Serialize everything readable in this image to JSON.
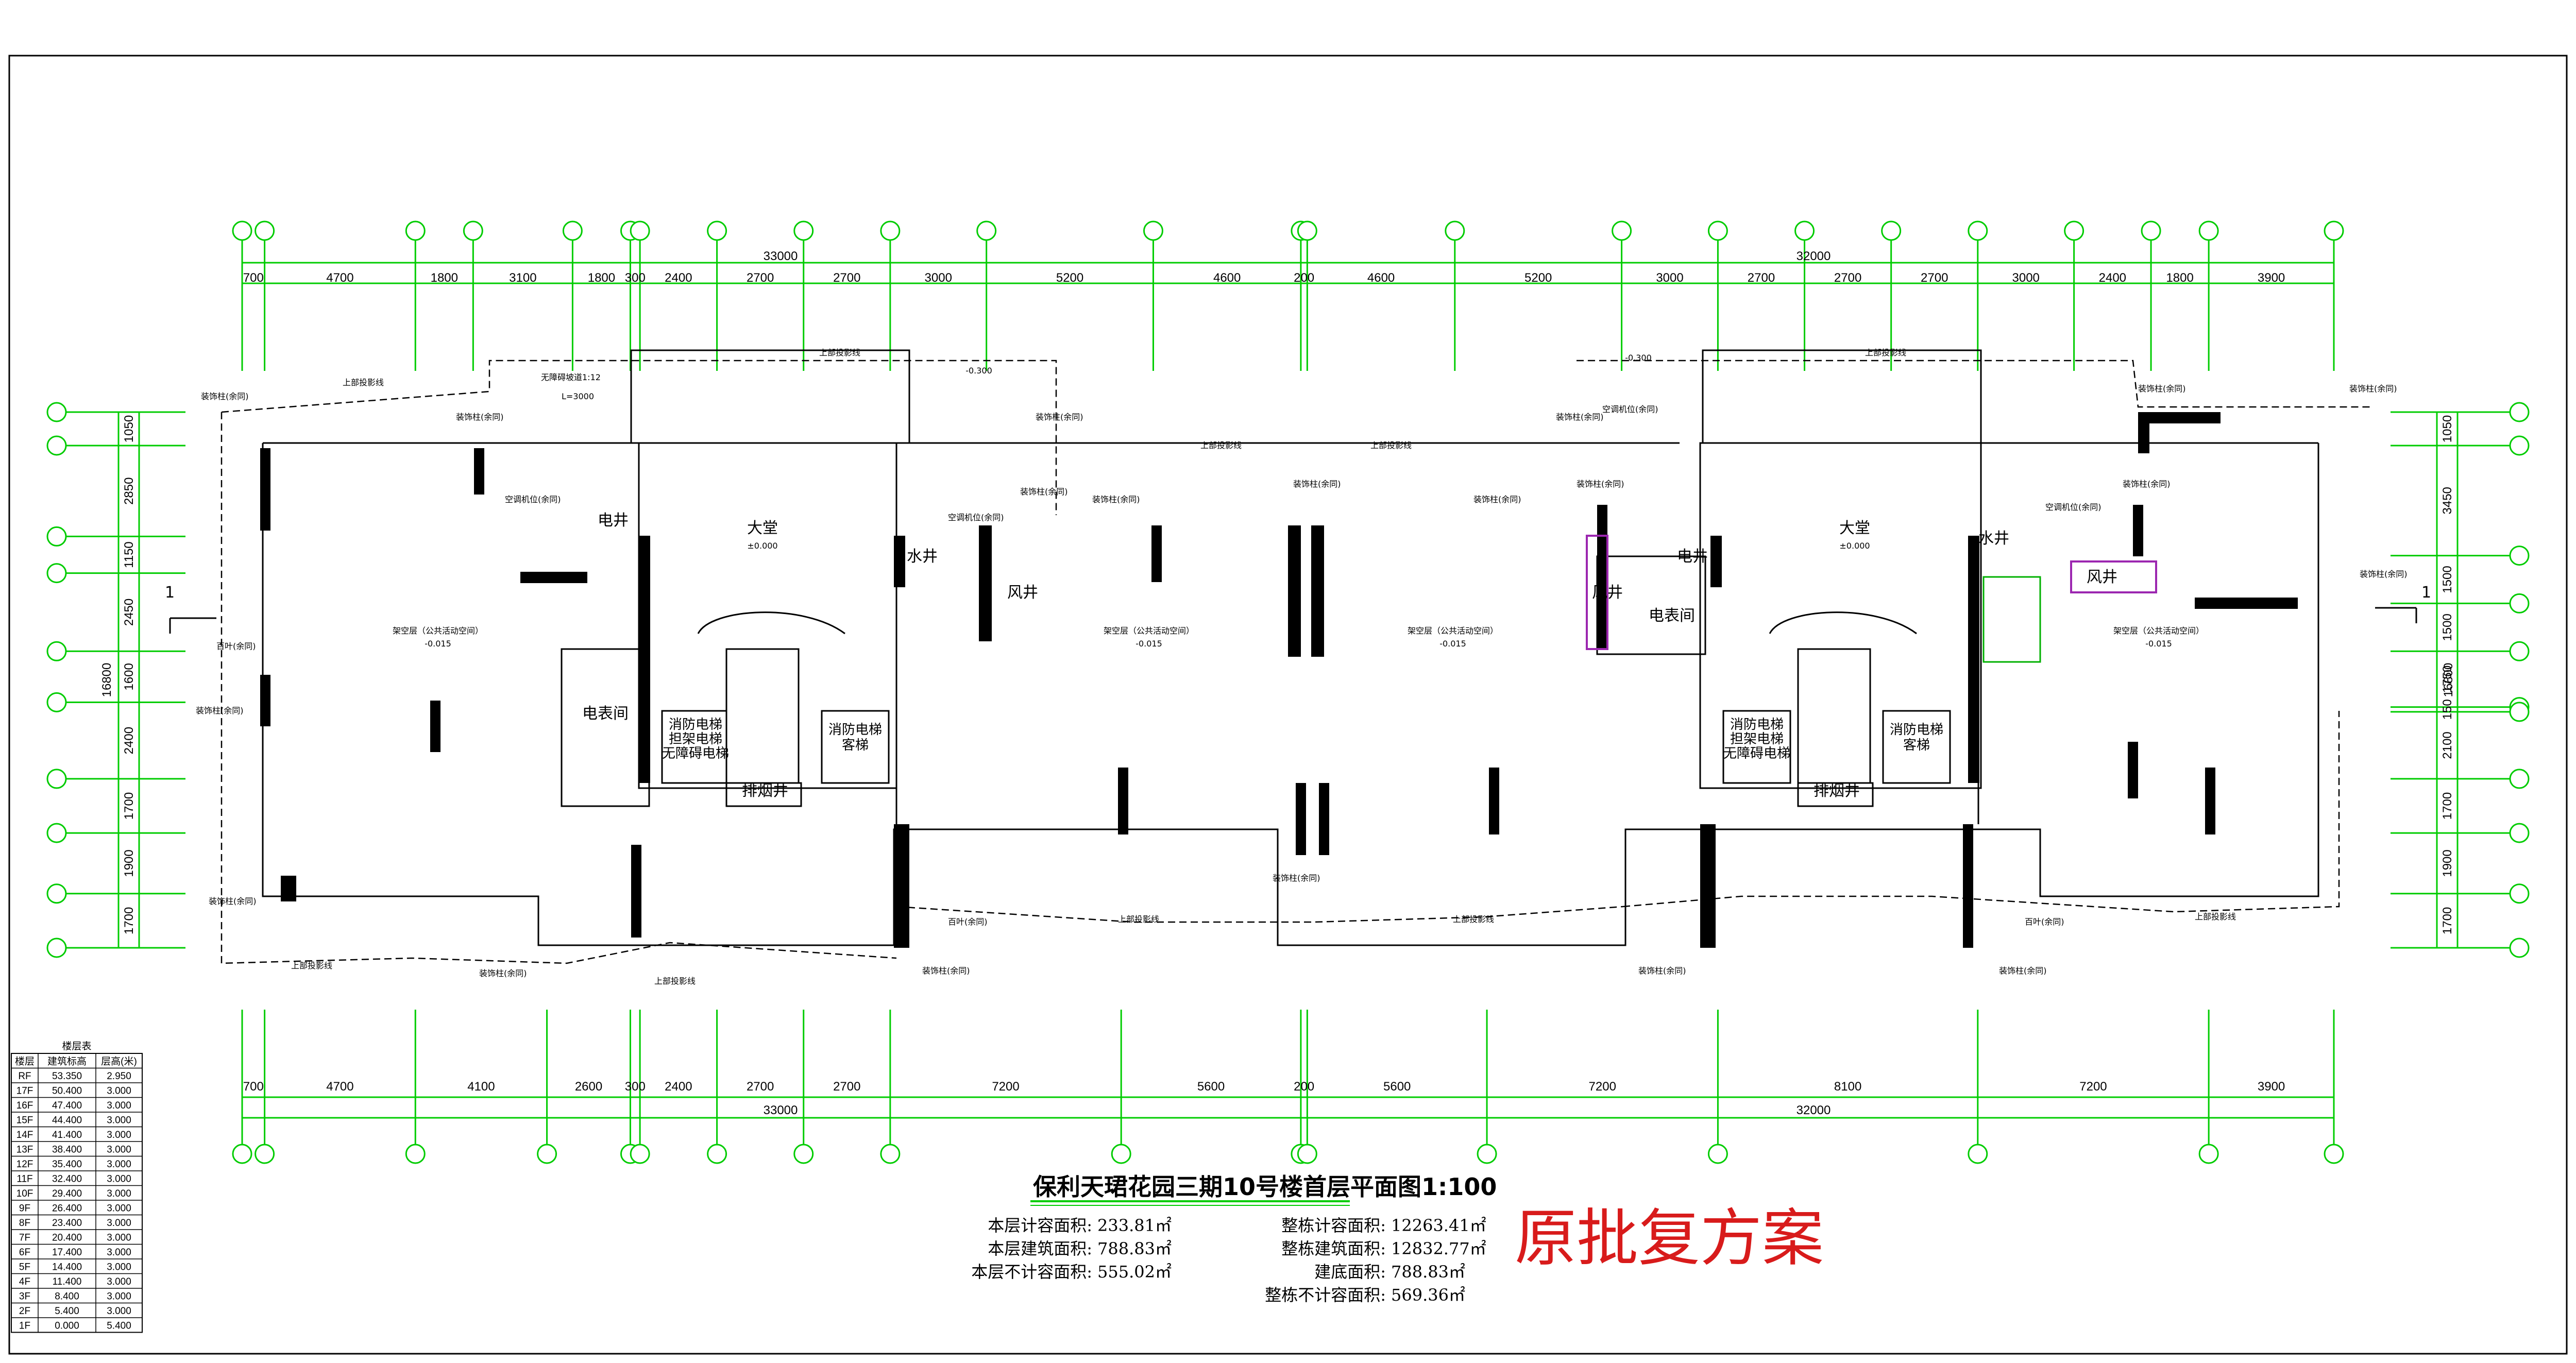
{
  "drawing": {
    "title": "保利天珺花园三期10号楼首层平面图1:100",
    "stamp": "原批复方案",
    "section_mark": "1"
  },
  "dims_top": [
    "700",
    "4700",
    "1800",
    "3100",
    "1800",
    "300",
    "2400",
    "2700",
    "2700",
    "3000",
    "5200",
    "4600",
    "200",
    "4600",
    "5200",
    "3000",
    "2700",
    "2700",
    "2700",
    "3000",
    "2400",
    "1800",
    "3900"
  ],
  "dims_bottom": [
    "700",
    "4700",
    "4100",
    "2600",
    "300",
    "2400",
    "2700",
    "2700",
    "7200",
    "5600",
    "200",
    "5600",
    "7200",
    "8100",
    "7200",
    "3900"
  ],
  "totals": {
    "top_left": "33000",
    "top_right": "32000",
    "bottom_left": "33000",
    "bottom_right": "32000"
  },
  "dims_left": [
    "1050",
    "2850",
    "1150",
    "2450",
    "1600",
    "2400",
    "1700",
    "1900",
    "1700"
  ],
  "dims_left_total": "16800",
  "dims_right": [
    "1050",
    "3450",
    "1500",
    "1500",
    "1750",
    "150",
    "2100",
    "1700",
    "1900",
    "1700"
  ],
  "dims_right_total": "16800",
  "rooms": {
    "lobby": "大堂",
    "lobby_level": "±0.000",
    "elec_well": "电井",
    "water_well": "水井",
    "air_well": "风井",
    "smoke_well": "排烟井",
    "meter_room": "电表间",
    "open_space": "架空层（公共活动空间）",
    "open_level": "-0.015",
    "fire_elevator": "消防电梯",
    "fire_elevator_note": "担架电梯",
    "barrier_free": "无障碍电梯",
    "passenger_elevator": "客梯",
    "level_300": "-0.300",
    "ramp_note": "无障碍坡道1:12",
    "ramp_len": "L=3000"
  },
  "annotations": {
    "decor_column": "装饰柱(余同)",
    "upper_edge": "上部投影线",
    "air_unit": "空调机位(余同)",
    "louver": "百叶(余同)"
  },
  "stats": [
    {
      "label": "本层计容面积:",
      "value": "233.81㎡"
    },
    {
      "label": "本层建筑面积:",
      "value": "788.83㎡"
    },
    {
      "label": "本层不计容面积:",
      "value": "555.02㎡"
    }
  ],
  "stats_right": [
    {
      "label": "整栋计容面积:",
      "value": "12263.41㎡"
    },
    {
      "label": "整栋建筑面积:",
      "value": "12832.77㎡"
    },
    {
      "label": "建底面积:",
      "value": "788.83㎡"
    },
    {
      "label": "整栋不计容面积:",
      "value": "569.36㎡"
    }
  ],
  "floor_table": {
    "title": "楼层表",
    "headers": [
      "楼层",
      "建筑标高",
      "层高(米)"
    ],
    "rows": [
      [
        "RF",
        "53.350",
        "2.950"
      ],
      [
        "17F",
        "50.400",
        "3.000"
      ],
      [
        "16F",
        "47.400",
        "3.000"
      ],
      [
        "15F",
        "44.400",
        "3.000"
      ],
      [
        "14F",
        "41.400",
        "3.000"
      ],
      [
        "13F",
        "38.400",
        "3.000"
      ],
      [
        "12F",
        "35.400",
        "3.000"
      ],
      [
        "11F",
        "32.400",
        "3.000"
      ],
      [
        "10F",
        "29.400",
        "3.000"
      ],
      [
        "9F",
        "26.400",
        "3.000"
      ],
      [
        "8F",
        "23.400",
        "3.000"
      ],
      [
        "7F",
        "20.400",
        "3.000"
      ],
      [
        "6F",
        "17.400",
        "3.000"
      ],
      [
        "5F",
        "14.400",
        "3.000"
      ],
      [
        "4F",
        "11.400",
        "3.000"
      ],
      [
        "3F",
        "8.400",
        "3.000"
      ],
      [
        "2F",
        "5.400",
        "3.000"
      ],
      [
        "1F",
        "0.000",
        "5.400"
      ]
    ]
  }
}
